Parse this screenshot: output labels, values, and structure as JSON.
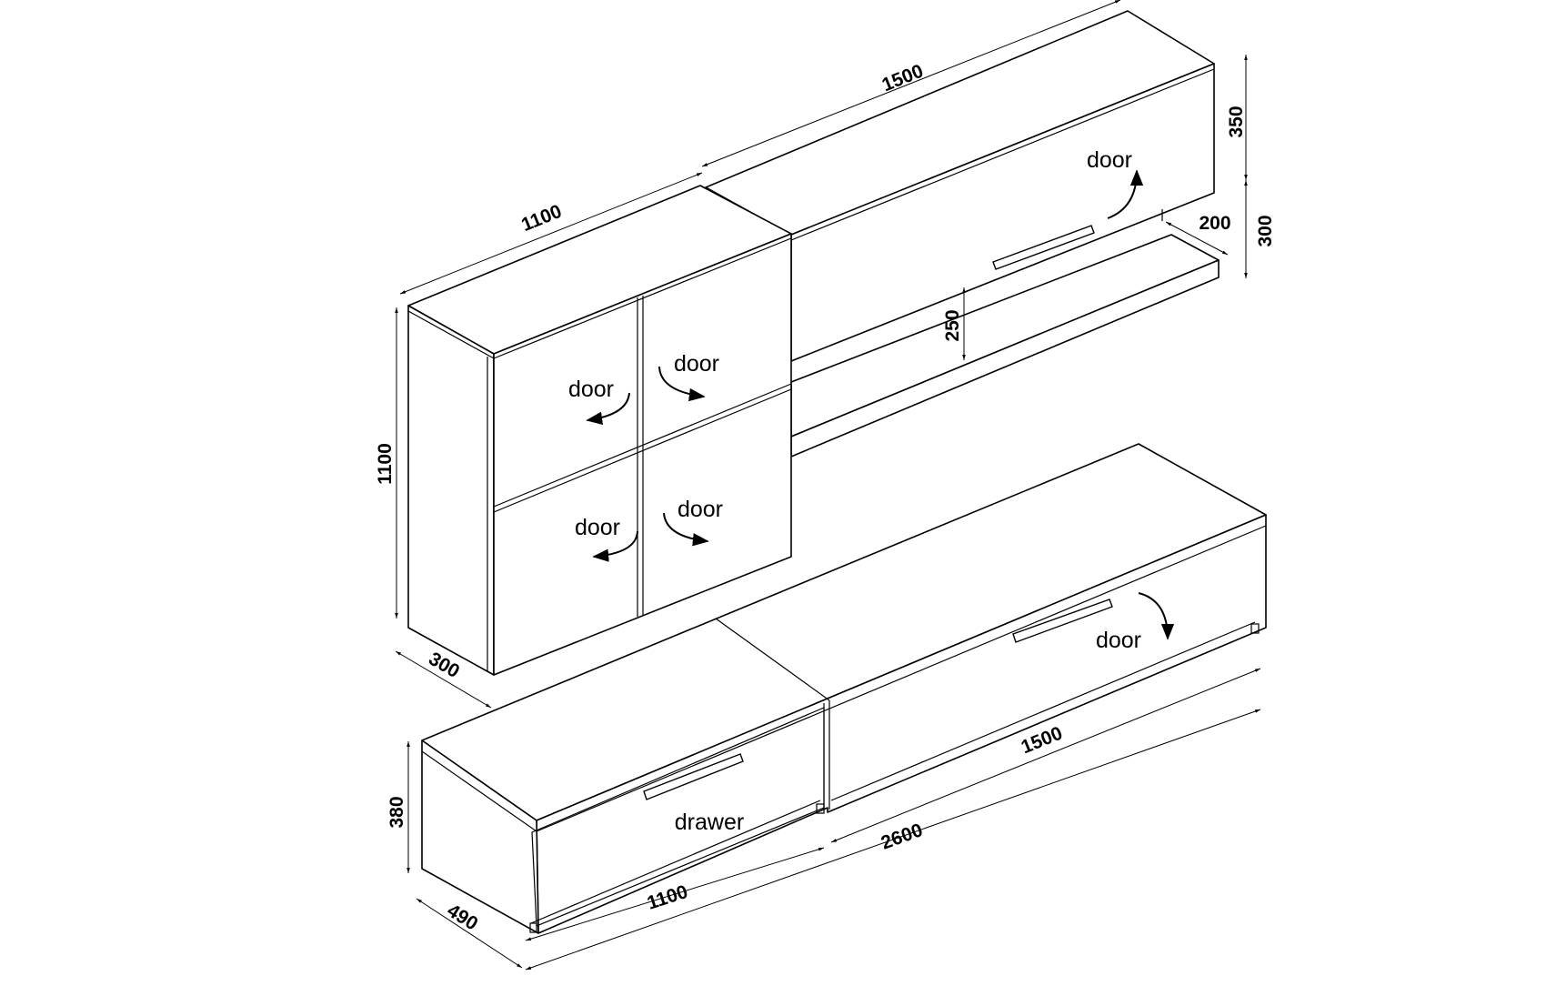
{
  "labels": {
    "door": "door",
    "drawer": "drawer"
  },
  "dimensions": {
    "top_cabinet_length": "1500",
    "tall_cabinet_width": "1100",
    "tall_cabinet_height": "1100",
    "tall_cabinet_depth": "300",
    "top_cabinet_height": "350",
    "shelf_gap": "300",
    "shelf_depth": "200",
    "shelf_clearance": "250",
    "base_long_length": "1500",
    "base_total_length": "2600",
    "base_short_length": "1100",
    "base_height": "380",
    "base_depth": "490"
  }
}
